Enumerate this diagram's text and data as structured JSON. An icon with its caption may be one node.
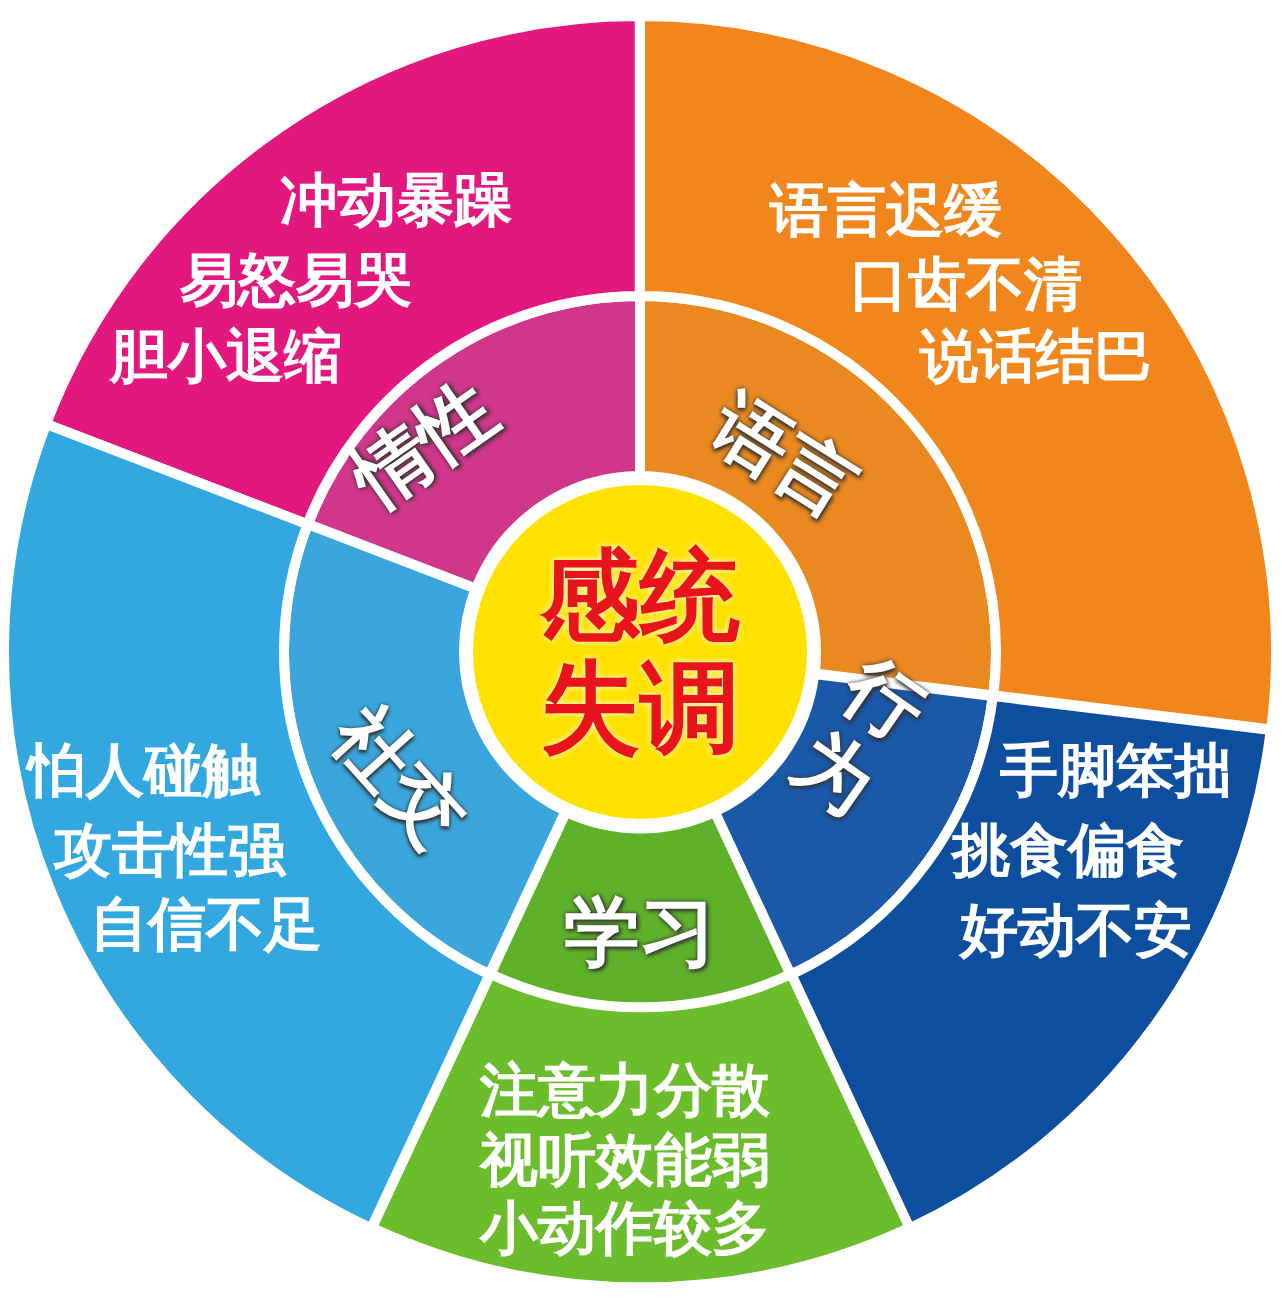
{
  "diagram": {
    "nodes": [
      {
        "text": [
          "感统失调"
        ]
      },
      {
        "text": [
          "情性"
        ]
      },
      {
        "text": [
          "语言"
        ]
      },
      {
        "text": [
          "行为"
        ]
      },
      {
        "text": [
          "学习"
        ]
      },
      {
        "text": [
          "社交"
        ]
      },
      {
        "text": [
          "冲动暴躁",
          "易怒易哭",
          "胆小退缩"
        ]
      },
      {
        "text": [
          "语言迟缓",
          "口齿不清",
          "说话结巴"
        ]
      },
      {
        "text": [
          "手脚笨拙",
          "挑食偏食",
          "好动不安"
        ]
      },
      {
        "text": [
          "注意力分散",
          "视听效能弱",
          "小动作较多"
        ]
      },
      {
        "text": [
          "怕人碰触",
          "攻击性强",
          "自信不足"
        ]
      }
    ]
  }
}
